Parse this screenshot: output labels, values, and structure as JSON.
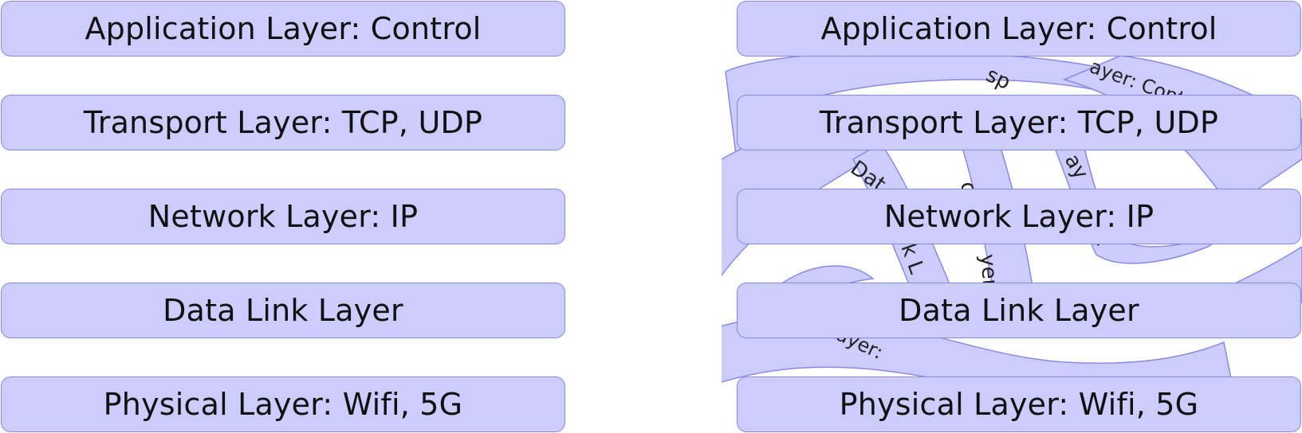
{
  "left_stack": {
    "layers": [
      {
        "label": "Application Layer: Control"
      },
      {
        "label": "Transport Layer: TCP, UDP"
      },
      {
        "label": "Network Layer: IP"
      },
      {
        "label": "Data Link Layer"
      },
      {
        "label": "Physical Layer: Wifi, 5G"
      }
    ]
  },
  "right_stack": {
    "layers": [
      {
        "label": "Application Layer: Control"
      },
      {
        "label": "Transport Layer: TCP, UDP"
      },
      {
        "label": "Network Layer: IP"
      },
      {
        "label": "Data Link Layer"
      },
      {
        "label": "Physical Layer: Wifi, 5G"
      }
    ]
  },
  "colors": {
    "box_fill": "#ccccff",
    "box_border": "#8a8ae6",
    "text": "#111111"
  }
}
